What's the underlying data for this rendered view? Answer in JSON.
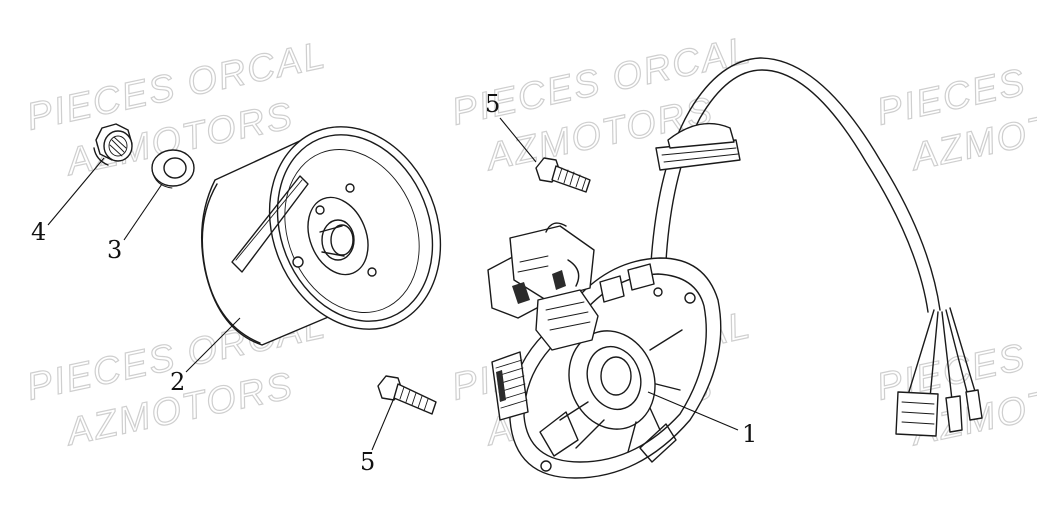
{
  "watermark": {
    "line1": "PIECES ORCAL",
    "line2": "AZMOTORS"
  },
  "callouts": {
    "stator": "1",
    "flywheel": "2",
    "washer": "3",
    "nut": "4",
    "bolt_upper": "5",
    "bolt_lower": "5"
  }
}
